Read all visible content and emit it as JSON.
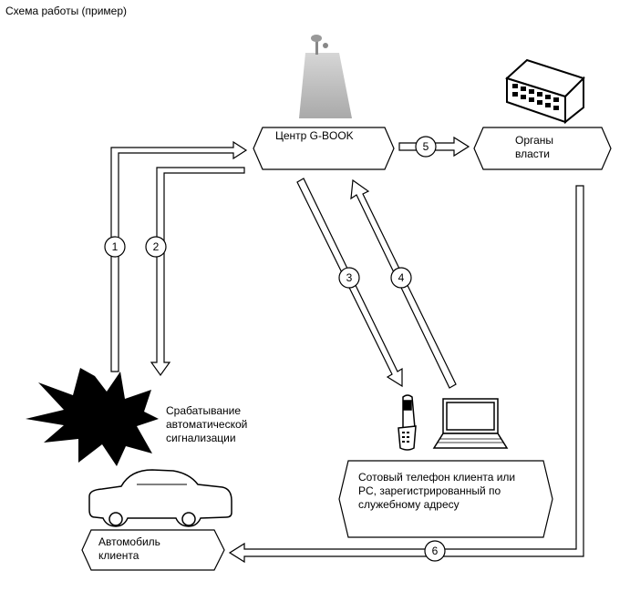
{
  "title": "Схема работы (пример)",
  "nodes": {
    "center": "Центр G-BOOK",
    "authorities_line1": "Органы",
    "authorities_line2": "власти",
    "car_line1": "Автомобиль",
    "car_line2": "клиента",
    "phone_line1": "Сотовый телефон клиента или",
    "phone_line2": "PC, зарегистрированный по",
    "phone_line3": "служебному адресу",
    "alarm_line1": "Срабатывание",
    "alarm_line2": "автоматической",
    "alarm_line3": "сигнализации"
  },
  "steps": [
    "1",
    "2",
    "3",
    "4",
    "5",
    "6"
  ],
  "icons": [
    "tower-icon",
    "building-icon",
    "explosion-icon",
    "car-icon",
    "mobile-phone-icon",
    "laptop-icon"
  ]
}
